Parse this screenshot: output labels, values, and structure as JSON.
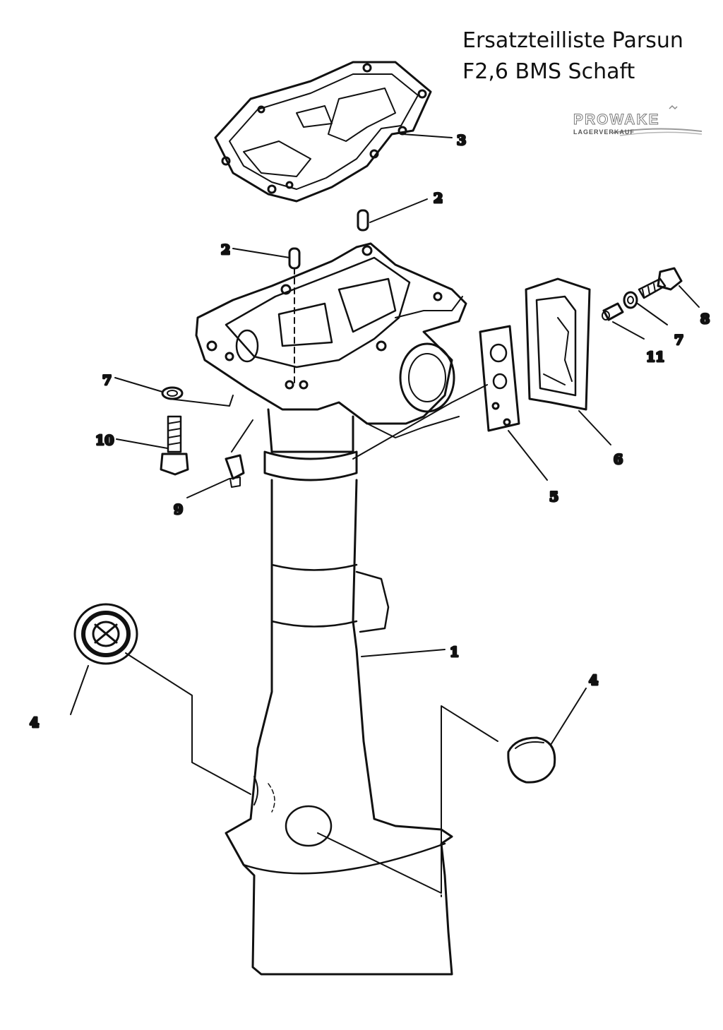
{
  "title": {
    "line1": "Ersatzteilliste Parsun",
    "line2": "F2,6 BMS Schaft"
  },
  "logo": {
    "brand": "PROWAKE",
    "subtitle": "LAGERVERKAUF",
    "color": "#8a8a8a"
  },
  "callouts": [
    {
      "id": "c1",
      "label": "1"
    },
    {
      "id": "c2a",
      "label": "2"
    },
    {
      "id": "c2b",
      "label": "2"
    },
    {
      "id": "c3",
      "label": "3"
    },
    {
      "id": "c4a",
      "label": "4"
    },
    {
      "id": "c4b",
      "label": "4"
    },
    {
      "id": "c5",
      "label": "5"
    },
    {
      "id": "c6",
      "label": "6"
    },
    {
      "id": "c7a",
      "label": "7"
    },
    {
      "id": "c7b",
      "label": "7"
    },
    {
      "id": "c8",
      "label": "8"
    },
    {
      "id": "c9",
      "label": "9"
    },
    {
      "id": "c10",
      "label": "10"
    },
    {
      "id": "c11",
      "label": "11"
    }
  ]
}
